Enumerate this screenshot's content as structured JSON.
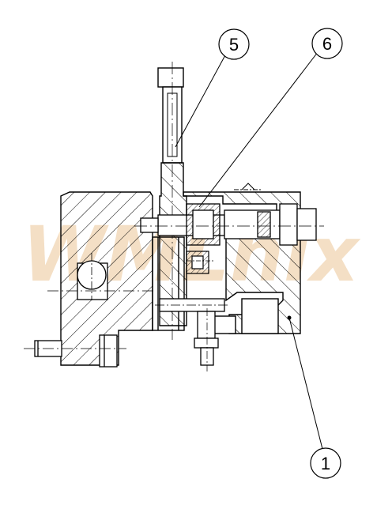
{
  "drawing": {
    "callouts": [
      {
        "id": "callout-5",
        "label": "5"
      },
      {
        "id": "callout-6",
        "label": "6"
      },
      {
        "id": "callout-1",
        "label": "1"
      }
    ],
    "watermark": {
      "text": "WMLhix",
      "color": "#f3dcbf"
    },
    "colors": {
      "line": "#000000",
      "background": "#ffffff"
    }
  }
}
